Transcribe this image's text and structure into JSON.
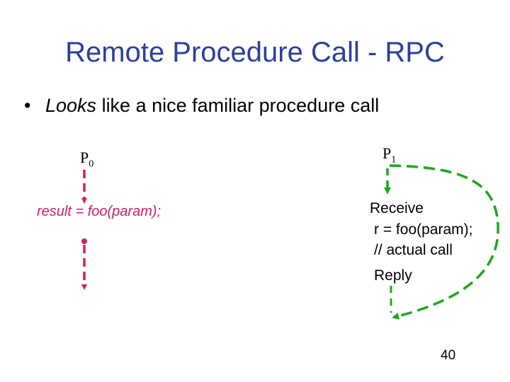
{
  "slide": {
    "title": "Remote Procedure Call - RPC",
    "bullet": {
      "emphasis": "Looks",
      "rest": " like a nice familiar procedure call"
    },
    "p0": {
      "base": "P",
      "sub": "0"
    },
    "p1": {
      "base": "P",
      "sub": "1"
    },
    "caller_code": "result = foo(param);",
    "receiver": {
      "receive": "Receive",
      "call": "r = foo(param);",
      "comment": "// actual call",
      "reply": "Reply"
    },
    "page_number": "40"
  },
  "colors": {
    "title": "#2b3fa0",
    "caller": "#d0205a",
    "receiver_flow": "#1aa81a"
  }
}
